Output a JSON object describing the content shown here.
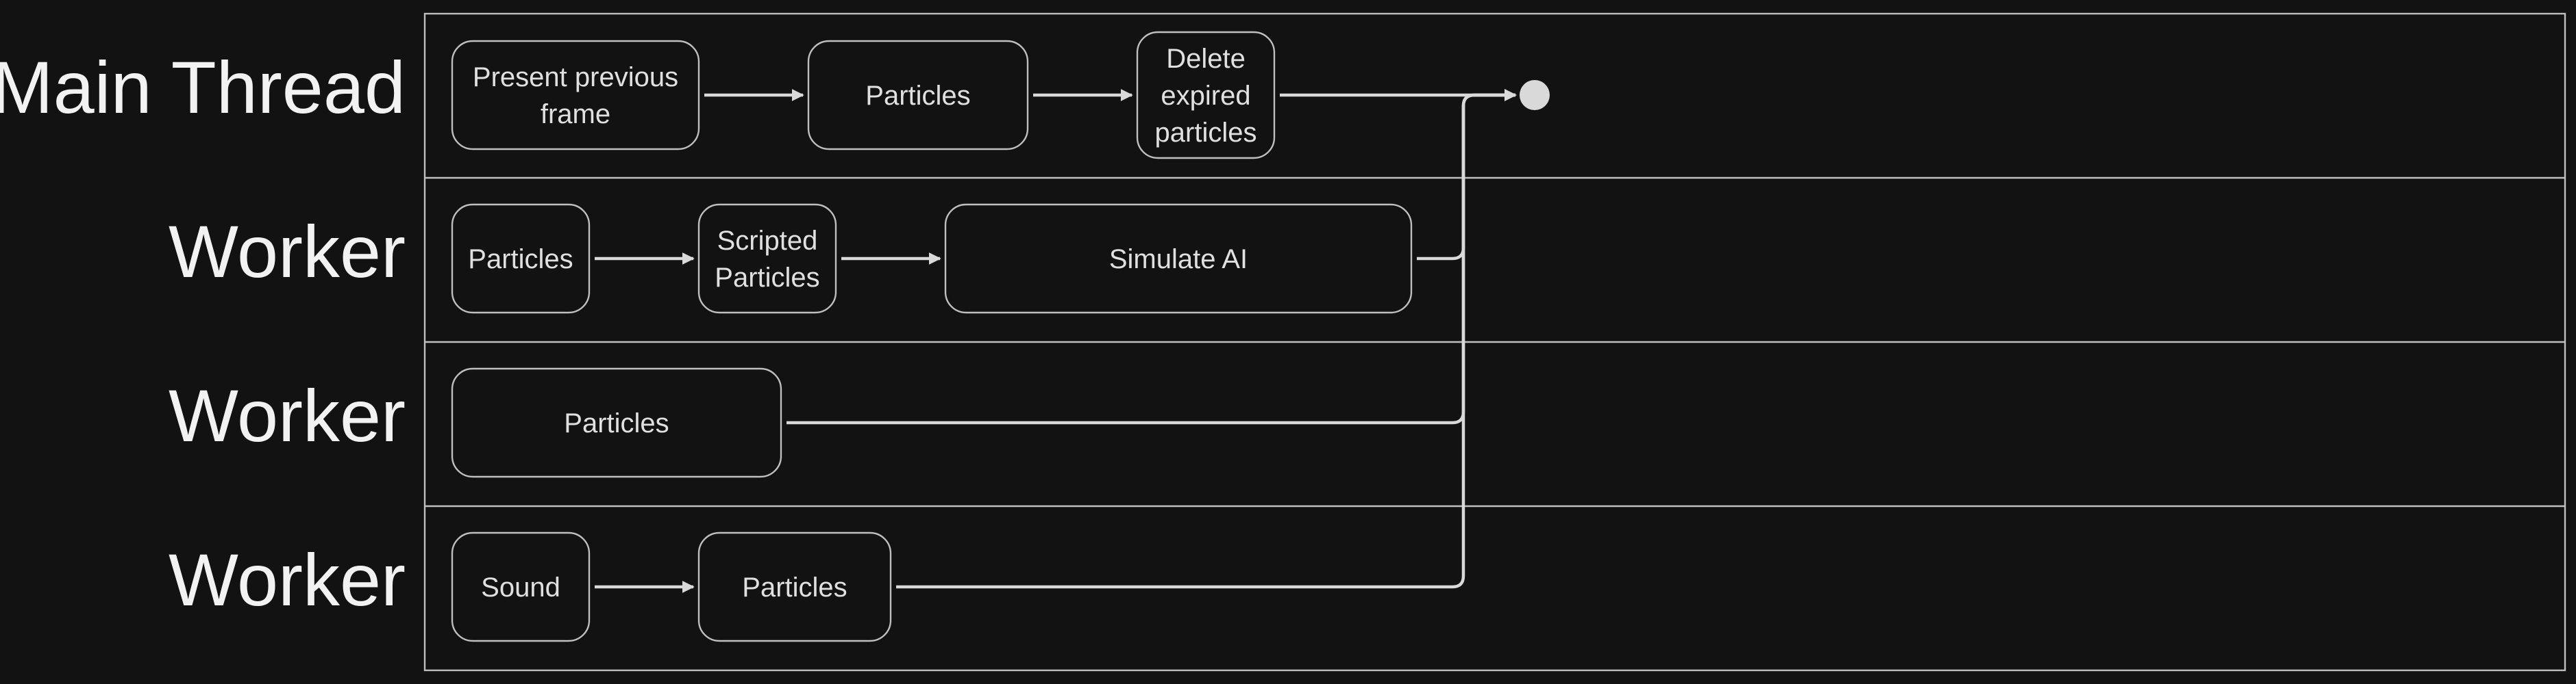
{
  "lanes": [
    {
      "label": "Main Thread",
      "nodes": [
        {
          "id": "m1",
          "lines": [
            "Present previous",
            "frame"
          ]
        },
        {
          "id": "m2",
          "lines": [
            "Particles"
          ]
        },
        {
          "id": "m3",
          "lines": [
            "Delete",
            "expired",
            "particles"
          ]
        }
      ]
    },
    {
      "label": "Worker",
      "nodes": [
        {
          "id": "w1a",
          "lines": [
            "Particles"
          ]
        },
        {
          "id": "w1b",
          "lines": [
            "Scripted",
            "Particles"
          ]
        },
        {
          "id": "w1c",
          "lines": [
            "Simulate AI"
          ]
        }
      ]
    },
    {
      "label": "Worker",
      "nodes": [
        {
          "id": "w2a",
          "lines": [
            "Particles"
          ]
        }
      ]
    },
    {
      "label": "Worker",
      "nodes": [
        {
          "id": "w3a",
          "lines": [
            "Sound"
          ]
        },
        {
          "id": "w3b",
          "lines": [
            "Particles"
          ]
        }
      ]
    }
  ],
  "edges": [
    {
      "from": "m1",
      "to": "m2"
    },
    {
      "from": "m2",
      "to": "m3"
    },
    {
      "from": "m3",
      "to": "sync"
    },
    {
      "from": "w1a",
      "to": "w1b"
    },
    {
      "from": "w1b",
      "to": "w1c"
    },
    {
      "from": "w1c",
      "to": "sync"
    },
    {
      "from": "w2a",
      "to": "sync"
    },
    {
      "from": "w3a",
      "to": "w3b"
    },
    {
      "from": "w3b",
      "to": "sync"
    }
  ],
  "colors": {
    "background": "#121212",
    "stroke": "#bfbfbf",
    "text": "#e0e0e0",
    "label": "#f2f2f2",
    "connector": "#d9d9d9"
  }
}
